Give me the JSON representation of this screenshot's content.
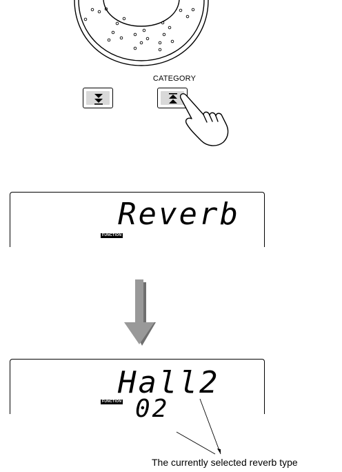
{
  "category_label": "CATEGORY",
  "icons": {
    "down_button": "double-chevron-down-icon",
    "up_button": "double-chevron-up-icon",
    "hand": "pointing-hand-icon",
    "arrow": "down-arrow-icon"
  },
  "display_before": {
    "main_text": "Reverb",
    "badge": "FUNCTION"
  },
  "display_after": {
    "main_text": "Hall2",
    "badge": "FUNCTION",
    "number": "02"
  },
  "annotation": "The currently selected reverb type",
  "colors": {
    "button_fill": "#d9d9d9",
    "arrow_fill": "#999999",
    "arrow_shadow": "#6f6f6f"
  }
}
